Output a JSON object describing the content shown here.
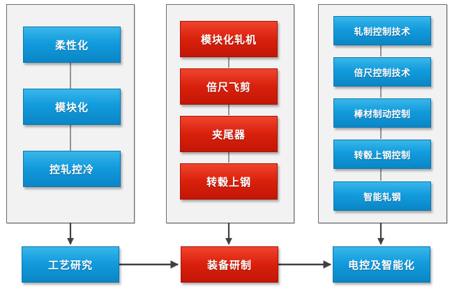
{
  "columns": [
    {
      "items": [
        "柔性化",
        "模块化",
        "控轧控冷"
      ]
    },
    {
      "items": [
        "模块化轧机",
        "倍尺飞剪",
        "夹尾器",
        "转毂上钢"
      ]
    },
    {
      "items": [
        "轧制控制技术",
        "倍尺控制技术",
        "棒材制动控制",
        "转毂上钢控制",
        "智能轧钢"
      ]
    }
  ],
  "bottom": [
    "工艺研究",
    "装备研制",
    "电控及智能化"
  ],
  "colors": {
    "blue": "#129bdd",
    "red": "#d9200c",
    "panel": "#f2f2f2"
  }
}
